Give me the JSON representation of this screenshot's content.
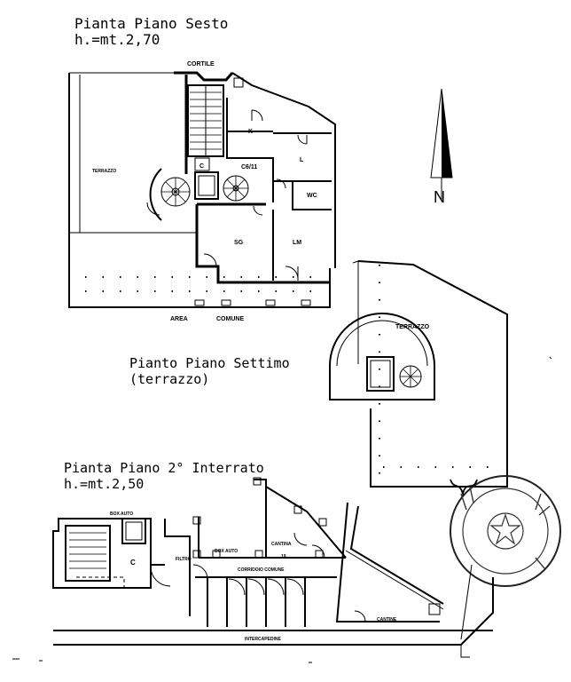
{
  "floor_sixth": {
    "title": "Pianta Piano Sesto",
    "height": "h.=mt.2,70",
    "rooms": {
      "cortile": "CORTILE",
      "terrazzo": "TERRAZZO",
      "k": "K",
      "l": "L",
      "c": "C",
      "unit": "C6/11",
      "wc": "WC",
      "sg": "SG",
      "lm": "LM",
      "area": "AREA",
      "comune": "COMUNE"
    }
  },
  "floor_seventh": {
    "title": "Pianto Piano Settimo",
    "subtitle": "(terrazzo)",
    "rooms": {
      "terrazzo": "TERRAZZO"
    }
  },
  "floor_basement": {
    "title": "Pianta Piano 2° Interrato",
    "height": "h.=mt.2,50",
    "rooms": {
      "box_auto_1": "BOX AUTO",
      "c": "C",
      "filtro": "FILTRO",
      "box_auto_2": "BOX AUTO",
      "cantina": "CANTINA",
      "unit": "19",
      "corridoio": "CORRIDOIO COMUNE",
      "cantine": "CANTINE",
      "intercapedine": "INTERCAPEDINE"
    }
  },
  "compass": {
    "north": "N"
  }
}
